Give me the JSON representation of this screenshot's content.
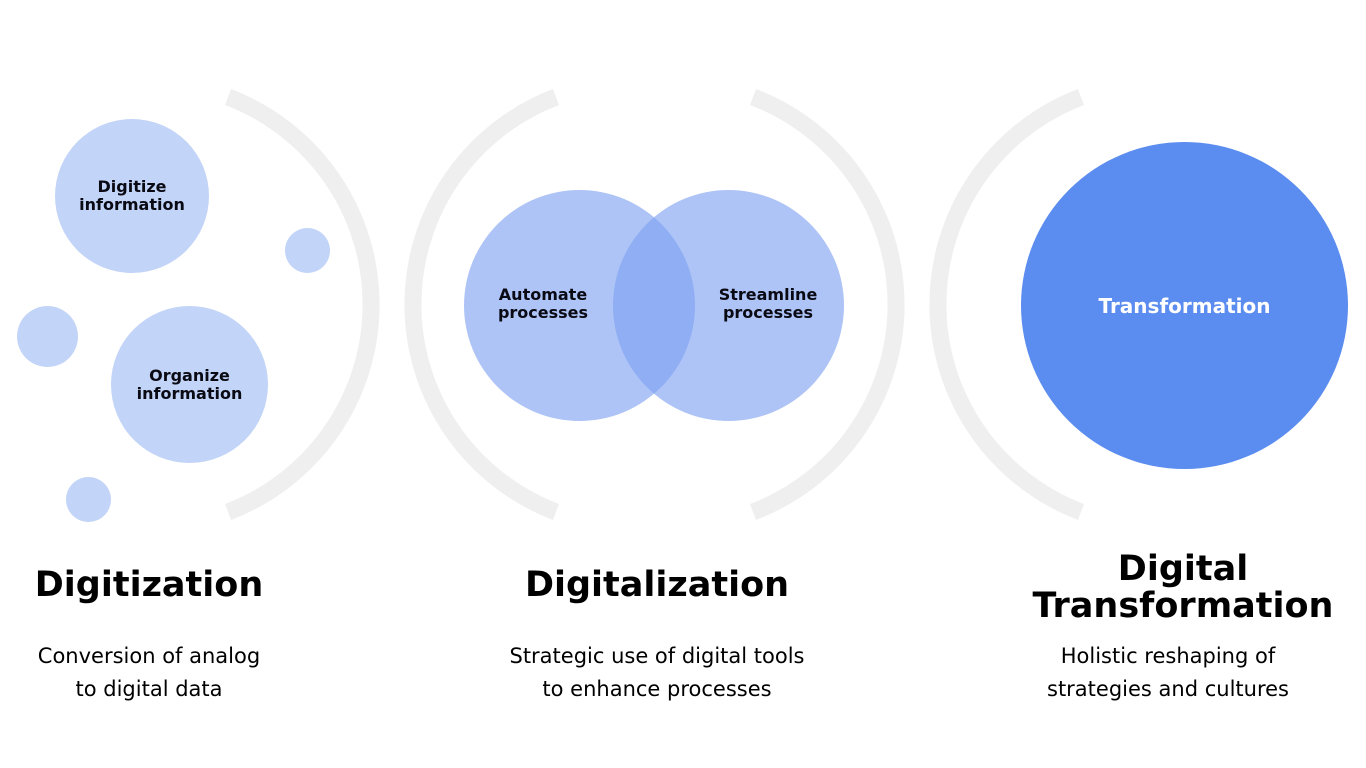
{
  "stages": [
    {
      "title": "Digitization",
      "description_lines": [
        "Conversion of analog",
        "to digital data"
      ],
      "circles": [
        "Digitize information",
        "Organize information"
      ],
      "circle_labels": [
        [
          "Digitize",
          "information"
        ],
        [
          "Organize",
          "information"
        ]
      ]
    },
    {
      "title": "Digitalization",
      "description_lines": [
        "Strategic use of digital tools",
        "to enhance processes"
      ],
      "circle_labels": [
        [
          "Automate",
          "processes"
        ],
        [
          "Streamline",
          "processes"
        ]
      ]
    },
    {
      "title_lines": [
        "Digital",
        "Transformation"
      ],
      "description_lines": [
        "Holistic reshaping of",
        "strategies and cultures"
      ],
      "circle_label": "Transformation"
    }
  ],
  "colors": {
    "pale_circle": "#c2d4f7",
    "venn_circle": "#a9c2f4",
    "venn_overlap": "#7ca2ef",
    "transformation_circle": "#5b8cef",
    "arc": "#efefef",
    "text": "#000000"
  }
}
